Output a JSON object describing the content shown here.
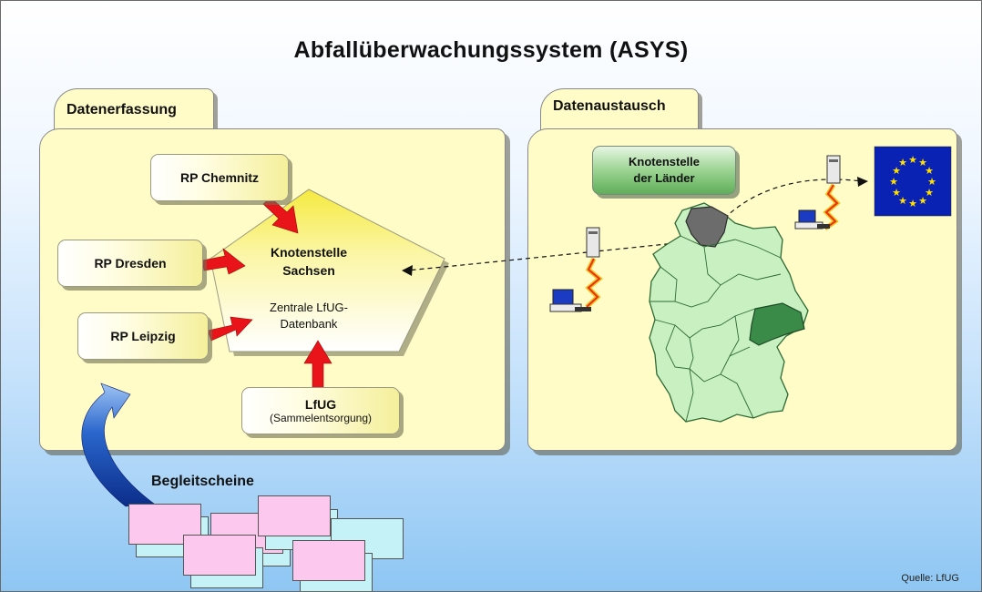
{
  "title": "Abfallüberwachungssystem (ASYS)",
  "left_folder": {
    "label": "Datenerfassung",
    "boxes": {
      "chemnitz": "RP Chemnitz",
      "dresden": "RP Dresden",
      "leipzig": "RP Leipzig"
    },
    "hub": {
      "title_line1": "Knotenstelle",
      "title_line2": "Sachsen",
      "sub_line1": "Zentrale LfUG-",
      "sub_line2": "Datenbank"
    },
    "lfug": {
      "title": "LfUG",
      "subtitle": "(Sammelentsorgung)"
    }
  },
  "right_folder": {
    "label": "Datenaustausch",
    "green_box": {
      "line1": "Knotenstelle",
      "line2": "der Länder"
    }
  },
  "begleitscheine": "Begleitscheine",
  "source": "Quelle: LfUG",
  "colors": {
    "folder": "#fffcc8",
    "arrow": "#e8141a",
    "curved_arrow": "#2a66cc",
    "saxony": "#3a8a48",
    "schleswig_holstein": "#6c6c6c",
    "germany": "#c8f0c0",
    "eu_flag": "#0a22b4",
    "eu_stars": "#ffe000"
  }
}
